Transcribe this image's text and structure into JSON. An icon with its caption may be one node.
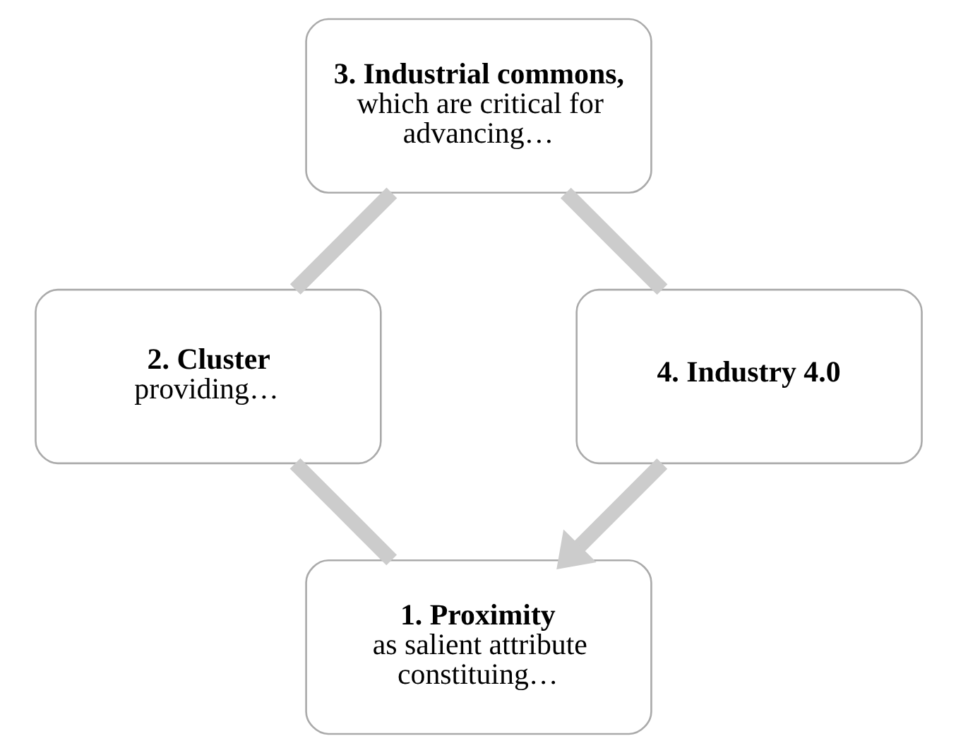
{
  "diagram": {
    "nodes": [
      {
        "text": [
          "1. Proximity",
          "as salient attribute constituing…"
        ]
      },
      {
        "text": [
          "2. Cluster",
          "providing…"
        ]
      },
      {
        "text": [
          "3. Industrial commons,",
          "which are critical for advancing…"
        ]
      },
      {
        "text": [
          "4. Industry 4.0"
        ]
      }
    ],
    "edges": [
      {
        "from": 0,
        "to": 1,
        "arrow": "none"
      },
      {
        "from": 1,
        "to": 2,
        "arrow": "none"
      },
      {
        "from": 2,
        "to": 3,
        "arrow": "none"
      },
      {
        "from": 3,
        "to": 0,
        "arrow": "to"
      }
    ]
  }
}
